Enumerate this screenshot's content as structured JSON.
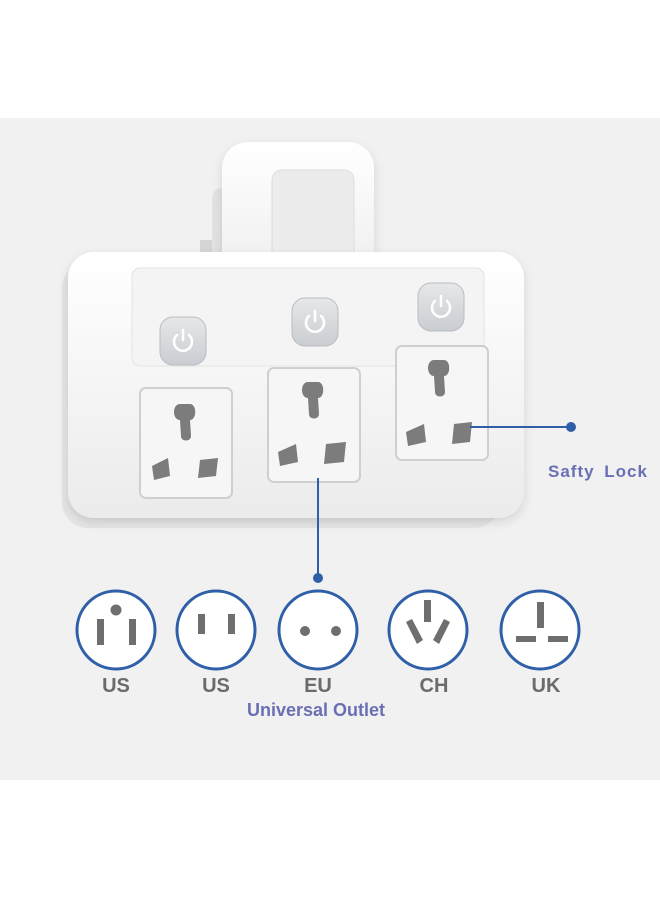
{
  "callouts": {
    "safety_lock": "Safty  Lock",
    "universal_outlet": "Universal Outlet"
  },
  "plug_standards": [
    {
      "label": "US",
      "icon": "us-grounded-plug-icon"
    },
    {
      "label": "US",
      "icon": "us-two-pin-plug-icon"
    },
    {
      "label": "EU",
      "icon": "eu-round-pin-plug-icon"
    },
    {
      "label": "CH",
      "icon": "ch-three-pin-plug-icon"
    },
    {
      "label": "UK",
      "icon": "uk-plug-icon"
    }
  ],
  "colors": {
    "accent_blue": "#2f5fa8",
    "callout_text": "#6a6fb4",
    "device_white": "#fbfbfb",
    "button_grey": "#d7dadd",
    "socket_hole": "#7c7c7c"
  }
}
